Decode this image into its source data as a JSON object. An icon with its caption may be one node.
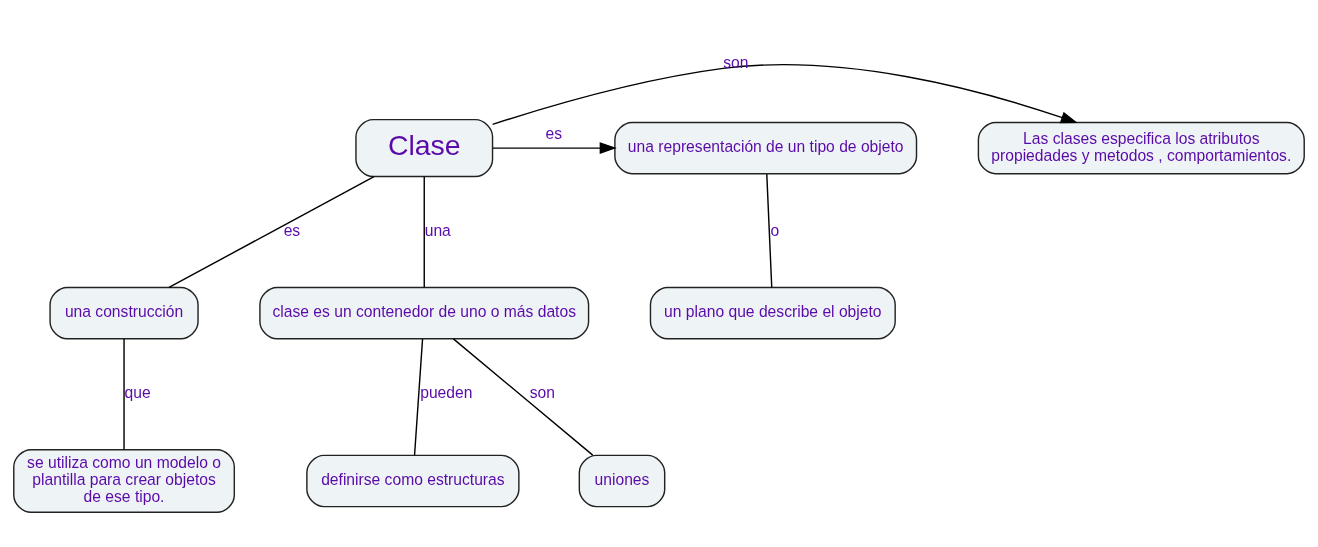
{
  "diagram": {
    "nodes": [
      {
        "text": [
          "Las clases especifica los atributos propiedades y metodos , comportamientos."
        ]
      },
      {
        "text": [
          "Clase"
        ]
      },
      {
        "text": [
          "una representación de un tipo de objeto"
        ]
      },
      {
        "text": [
          "una construcción"
        ]
      },
      {
        "text": [
          "un plano que describe el objeto"
        ]
      },
      {
        "text": [
          "clase es un contenedor de uno o más datos"
        ]
      },
      {
        "text": [
          "se utiliza como un modelo o plantilla para crear objetos de ese tipo."
        ]
      },
      {
        "text": [
          "definirse como estructuras"
        ]
      },
      {
        "text": [
          "uniones"
        ]
      }
    ],
    "edges": [
      {
        "from": 1,
        "to": 0,
        "arrow": "to",
        "label": "son"
      },
      {
        "from": 1,
        "to": 2,
        "arrow": "to",
        "label": "es"
      },
      {
        "from": 1,
        "to": 3,
        "arrow": "none",
        "label": "es"
      },
      {
        "from": 1,
        "to": 5,
        "arrow": "none",
        "label": "una"
      },
      {
        "from": 2,
        "to": 4,
        "arrow": "none",
        "label": "o"
      },
      {
        "from": 3,
        "to": 6,
        "arrow": "none",
        "label": "que"
      },
      {
        "from": 5,
        "to": 7,
        "arrow": "none",
        "label": "pueden"
      },
      {
        "from": 5,
        "to": 8,
        "arrow": "none",
        "label": "son"
      }
    ]
  }
}
